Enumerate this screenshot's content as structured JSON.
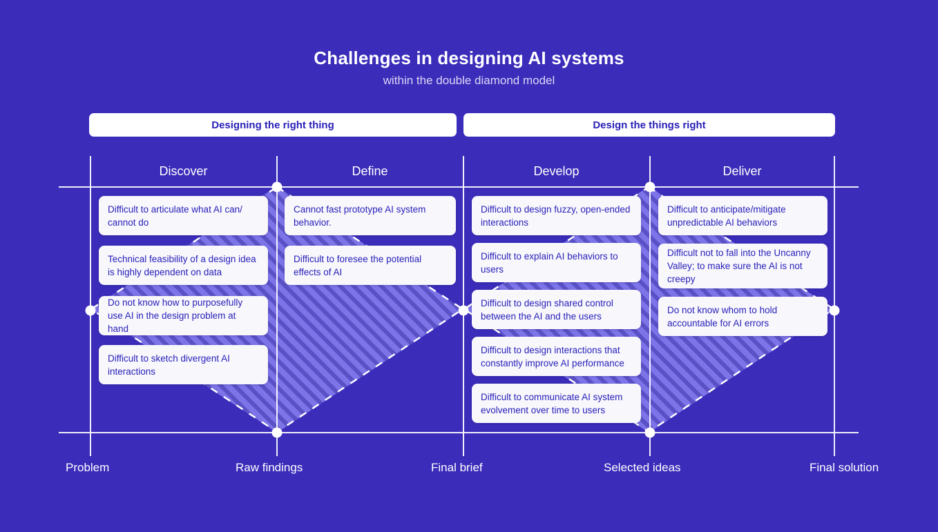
{
  "header": {
    "title": "Challenges in designing AI systems",
    "subtitle": "within the double diamond model"
  },
  "banners": [
    {
      "label": "Designing the right thing"
    },
    {
      "label": "Design the things right"
    }
  ],
  "phases": [
    {
      "label": "Discover"
    },
    {
      "label": "Define"
    },
    {
      "label": "Develop"
    },
    {
      "label": "Deliver"
    }
  ],
  "milestones": [
    {
      "label": "Problem"
    },
    {
      "label": "Raw findings"
    },
    {
      "label": "Final brief"
    },
    {
      "label": "Selected ideas"
    },
    {
      "label": "Final solution"
    }
  ],
  "columns": {
    "discover": [
      {
        "text": "Difficult to articulate what AI can/ cannot do"
      },
      {
        "text": "Technical feasibility of a design idea is highly dependent on data"
      },
      {
        "text": "Do not know how to purposefully use AI in the design problem at hand"
      },
      {
        "text": "Difficult to sketch divergent AI interactions"
      }
    ],
    "define": [
      {
        "text": "Cannot fast prototype AI system behavior."
      },
      {
        "text": "Difficult to foresee the potential effects of AI"
      }
    ],
    "develop": [
      {
        "text": "Difficult to design fuzzy, open-ended interactions"
      },
      {
        "text": "Difficult to explain AI behaviors to users"
      },
      {
        "text": "Difficult to design shared control between the AI and the users"
      },
      {
        "text": "Difficult to design interactions that constantly improve AI performance"
      },
      {
        "text": "Difficult to communicate AI system evolvement over time to users"
      }
    ],
    "deliver": [
      {
        "text": "Difficult to anticipate/mitigate unpredictable AI behaviors"
      },
      {
        "text": "Difficult not to fall into the Uncanny Valley; to make sure the AI is not creepy"
      },
      {
        "text": "Do not know whom to hold accountable for AI errors"
      }
    ]
  },
  "colors": {
    "background": "#3b2cba",
    "diamond_light": "#7d74e8",
    "diamond_stripe": "#5b51c7",
    "card_background": "#f7f7fc",
    "text_primary": "#ffffff",
    "text_accent": "#2a21b8"
  }
}
